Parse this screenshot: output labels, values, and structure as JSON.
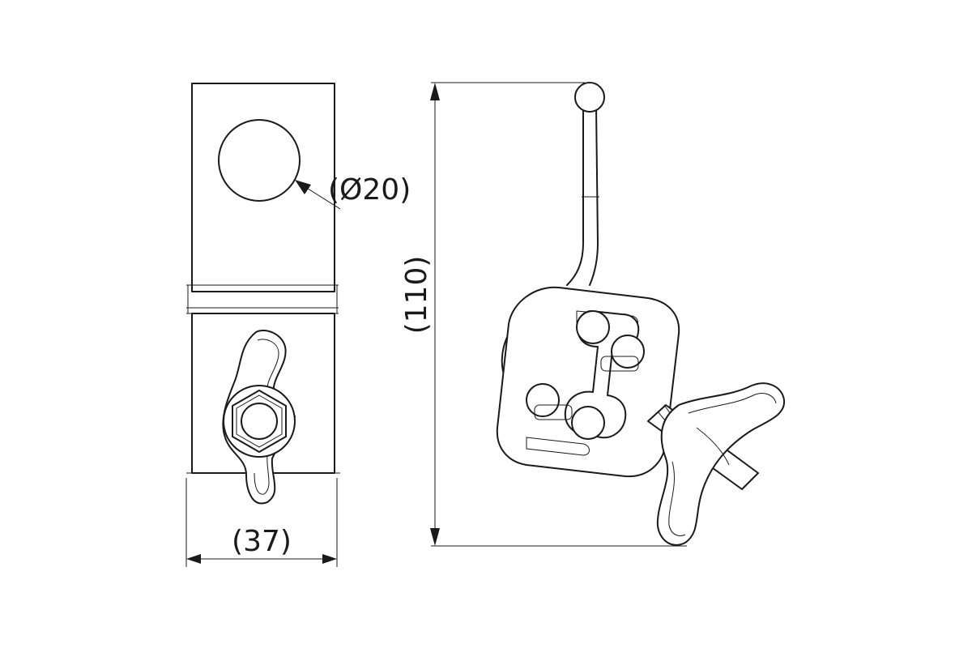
{
  "dimensions": {
    "width_label": "(37)",
    "height_label": "(110)",
    "hole_diameter_label": "(Ø20)"
  }
}
